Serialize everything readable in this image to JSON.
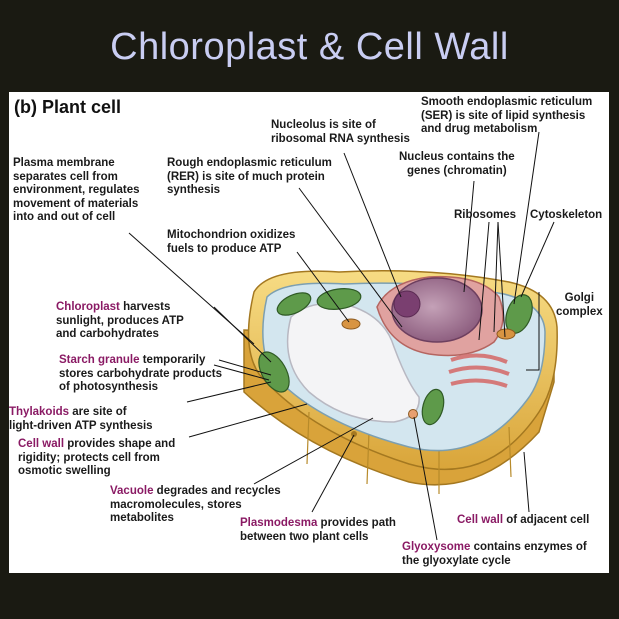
{
  "title": "Chloroplast & Cell Wall",
  "figure": {
    "subtitle": "(b) Plant cell",
    "labels": {
      "ser": [
        "Smooth endoplasmic reticulum",
        "(SER) is site of lipid synthesis",
        "and drug metabolism"
      ],
      "nucleolus": [
        "Nucleolus is site of",
        "ribosomal RNA synthesis"
      ],
      "nucleus": [
        "Nucleus contains the",
        "genes (chromatin)"
      ],
      "plasma_membrane": [
        "Plasma membrane",
        "separates cell from",
        "environment, regulates",
        "movement of materials",
        "into and out of cell"
      ],
      "rer": [
        "Rough endoplasmic reticulum",
        "(RER) is site of much protein",
        "synthesis"
      ],
      "ribosomes": "Ribosomes",
      "cytoskeleton": "Cytoskeleton",
      "mitochondrion": [
        "Mitochondrion oxidizes",
        "fuels to produce ATP"
      ],
      "golgi": [
        "Golgi",
        "complex"
      ],
      "chloroplast": {
        "term": "Chloroplast",
        "lines": [
          " harvests",
          "sunlight, produces ATP",
          "and carbohydrates"
        ]
      },
      "starch": {
        "term": "Starch granule",
        "lines": [
          " temporarily",
          "stores carbohydrate products",
          "of photosynthesis"
        ]
      },
      "thylakoids": {
        "term": "Thylakoids",
        "lines": [
          " are site of",
          "light-driven ATP synthesis"
        ]
      },
      "cell_wall": {
        "term": "Cell wall",
        "lines": [
          " provides shape and",
          "rigidity; protects cell from",
          "osmotic swelling"
        ]
      },
      "vacuole": {
        "term": "Vacuole",
        "lines": [
          " degrades and recycles",
          "macromolecules, stores",
          "metabolites"
        ]
      },
      "plasmodesma": {
        "term": "Plasmodesma",
        "lines": [
          " provides path",
          "between two plant cells"
        ]
      },
      "adjacent_wall": {
        "term": "Cell wall",
        "lines": [
          " of adjacent cell"
        ]
      },
      "glyoxysome": {
        "term": "Glyoxysome",
        "lines": [
          " contains enzymes of",
          "the glyoxylate cycle"
        ]
      }
    }
  },
  "colors": {
    "background": "#1a1a12",
    "title": "#c9cdf2",
    "term_highlight": "#8a1a64",
    "cell_wall": "#efc95a",
    "cytoplasm": "#d3e6ef",
    "vacuole": "#f4f4f6",
    "chloroplast": "#5e9a4a",
    "nucleus": "#a77a98"
  }
}
